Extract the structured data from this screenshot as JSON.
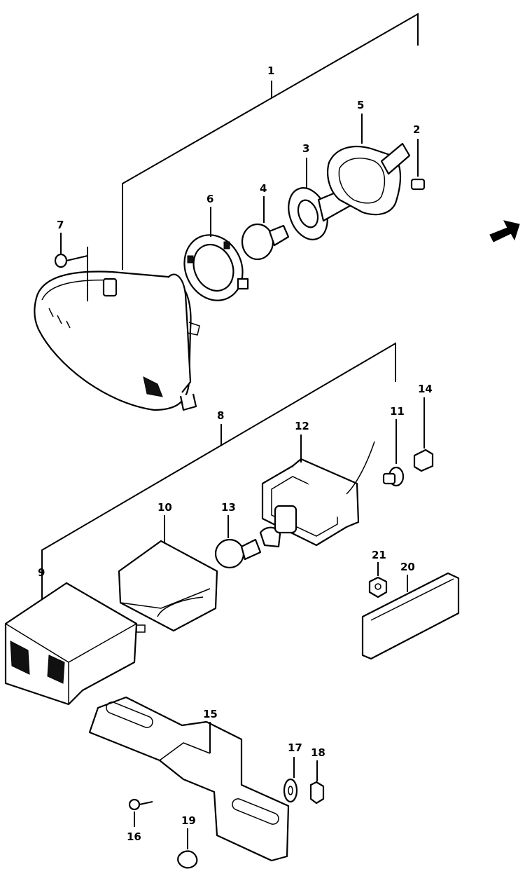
{
  "callouts": {
    "p1": "1",
    "p2": "2",
    "p3": "3",
    "p4": "4",
    "p5": "5",
    "p6": "6",
    "p7": "7",
    "p8": "8",
    "p9": "9",
    "p10": "10",
    "p11": "11",
    "p12": "12",
    "p13": "13",
    "p14": "14",
    "p15": "15",
    "p16": "16",
    "p17": "17",
    "p18": "18",
    "p19": "19",
    "p20": "20",
    "p21": "21"
  },
  "icons": {
    "direction_arrow": "front-direction-arrow-icon"
  }
}
